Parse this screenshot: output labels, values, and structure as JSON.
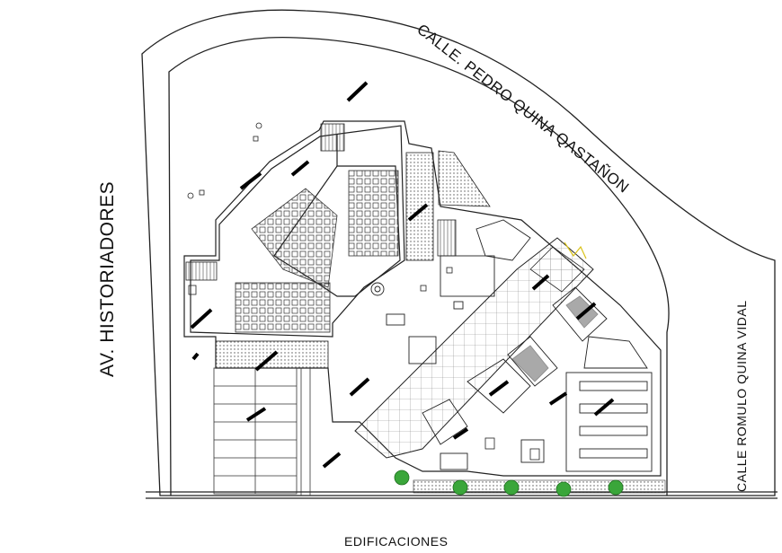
{
  "streets": {
    "top": "CALLE. PEDRO QUINA QASTAÑON",
    "left": "AV. HISTORIADORES",
    "right": "CALLE ROMULO QUINA VIDAL",
    "bottom": "EDIFICACIONES"
  },
  "colors": {
    "line": "#222222",
    "accent_wall": "#000000",
    "hatch": "#555555",
    "tree": "#3aa63a",
    "marker": "#d9c21a",
    "background": "#ffffff"
  }
}
